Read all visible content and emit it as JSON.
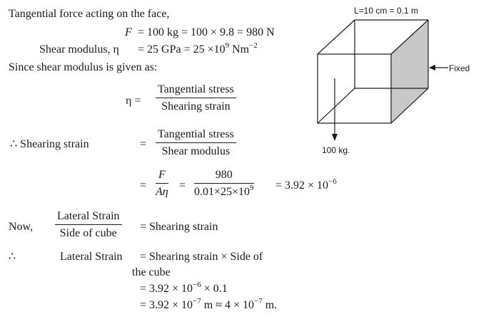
{
  "lines": {
    "l1": "Tangential force acting on the face,",
    "l2_lhs": "F",
    "l2_rhs": "=  100 kg = 100 × 9.8 = 980 N",
    "l3_lhs": "Shear modulus, η",
    "l3_rhs_a": "=  25 GPa = 25 ×10",
    "l3_rhs_exp": "9",
    "l3_rhs_b": " Nm",
    "l3_rhs_exp2": "−2",
    "l4": "Since shear modulus is given as:",
    "l5_lhs": "η  =",
    "l5_num": "Tangential stress",
    "l5_den": "Shearing strain",
    "l6_lhs": "∴ Shearing strain",
    "l6_eq": "=",
    "l6_num": "Tangential stress",
    "l6_den": "Shear modulus",
    "l7_eq1": "=",
    "l7_num1": "F",
    "l7_den1": "Aη",
    "l7_eq2": "=",
    "l7_num2": "980",
    "l7_den2_a": "0.01×25×10",
    "l7_den2_exp": "9",
    "l7_result": "=  3.92 × 10",
    "l7_result_exp": "−6",
    "l8_lhs": "Now,",
    "l8_num": "Lateral Strain",
    "l8_den": "Side of cube",
    "l8_rhs": "=  Shearing strain",
    "l9_therefore": "∴",
    "l9_lhs": "Lateral Strain",
    "l9_rhs": "=  Shearing strain × Side of",
    "l10": "the cube",
    "l11_a": "=  3.92 × 10",
    "l11_exp": "−6",
    "l11_b": " × 0.1",
    "l12_a": "=  3.92 × 10",
    "l12_exp": "−7",
    "l12_b": " m ≈ 4 × 10",
    "l12_exp2": "−7",
    "l12_c": " m."
  },
  "figure": {
    "length_label": "L=10 cm = 0.1 m",
    "fixed_label": "Fixed",
    "force_label": "100 kg.",
    "shade_color": "#c8c8c8",
    "line_color": "#1a1a1a"
  }
}
